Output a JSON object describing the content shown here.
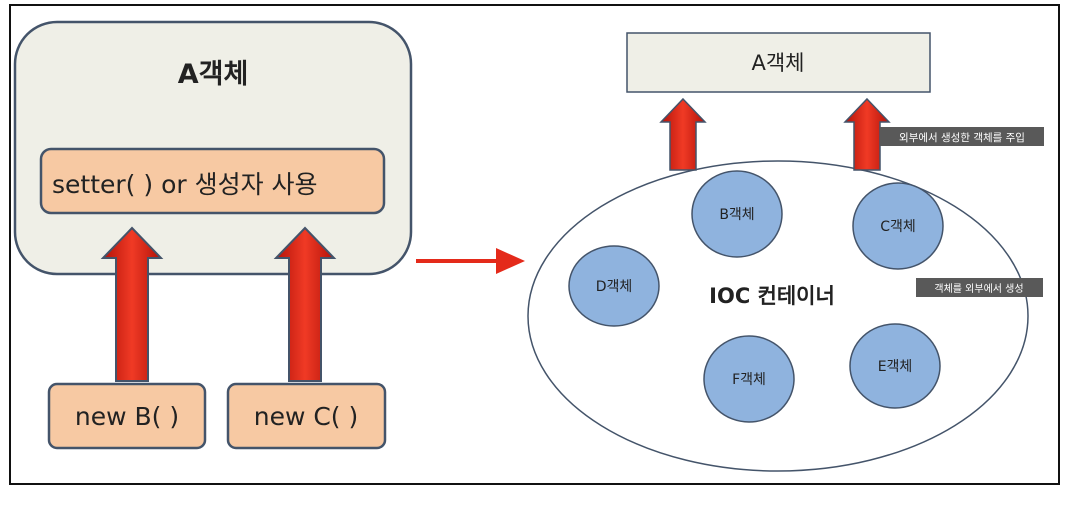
{
  "left": {
    "container_title": "A객체",
    "injection_box": "setter( ) or 생성자 사용",
    "source_boxes": [
      "new B( )",
      "new C( )"
    ]
  },
  "right": {
    "target_box": "A객체",
    "container_label": "IOC 컨테이너",
    "objects": [
      "B객체",
      "C객체",
      "D객체",
      "F객체",
      "E객체"
    ],
    "notes": {
      "inject": "외부에서 생성한 객체를 주입",
      "create": "객체를 외부에서 생성"
    }
  },
  "colors": {
    "panel_fill": "#efefe7",
    "panel_stroke": "#44546a",
    "box_fill": "#f7c9a3",
    "arrow_red": "#e42a1a",
    "circle_fill": "#8fb3de",
    "note_bg": "#595959"
  }
}
